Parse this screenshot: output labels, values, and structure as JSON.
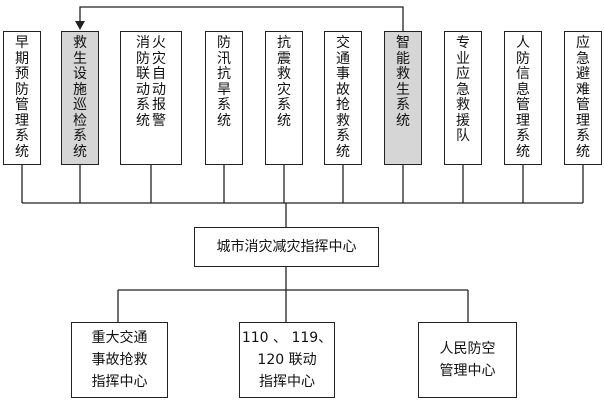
{
  "colors": {
    "line": "#222222",
    "box_fill": "#ffffff",
    "highlight_fill": "#d6d6d6"
  },
  "top_systems": [
    {
      "cols": [
        "早期预防管理系统"
      ],
      "highlight": false
    },
    {
      "cols": [
        "救生设施巡检系统"
      ],
      "highlight": true
    },
    {
      "cols": [
        "消防联动系统",
        "火灾自动报警"
      ],
      "highlight": false
    },
    {
      "cols": [
        "防汛抗旱系统"
      ],
      "highlight": false
    },
    {
      "cols": [
        "抗震救灾系统"
      ],
      "highlight": false
    },
    {
      "cols": [
        "交通事故抢救系统"
      ],
      "highlight": false
    },
    {
      "cols": [
        "智能救生系统"
      ],
      "highlight": true
    },
    {
      "cols": [
        "专业应急救援队"
      ],
      "highlight": false
    },
    {
      "cols": [
        "人防信息管理系统"
      ],
      "highlight": false
    },
    {
      "cols": [
        "应急避难管理系统"
      ],
      "highlight": false
    }
  ],
  "center": {
    "label": "城市消灾减灾指挥中心"
  },
  "bottom_centers": [
    {
      "label": "重大交通\n事故抢救\n指挥中心"
    },
    {
      "label": "110 、 119、\n120 联动\n指挥中心"
    },
    {
      "label": "人民防空\n管理中心"
    }
  ]
}
